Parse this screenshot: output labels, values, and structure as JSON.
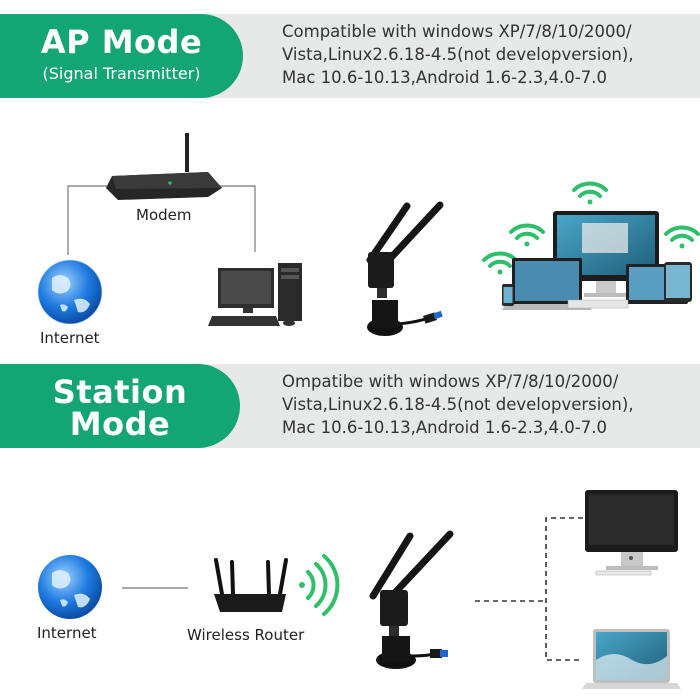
{
  "ap": {
    "title": "AP Mode",
    "subtitle": "(Signal Transmitter)",
    "compat": "Compatible with windows XP/7/8/10/2000/\nVista,Linux2.6.18-4.5(not developversion),\nMac 10.6-10.13,Android 1.6-2.3,4.0-7.0",
    "labels": {
      "modem": "Modem",
      "internet": "Internet"
    }
  },
  "station": {
    "title": "Station Mode",
    "subtitle": "(Signal Receiver)",
    "compat": "Ompatibe with windows XP/7/8/10/2000/\nVista,Linux2.6.18-4.5(not developversion),\nMac 10.6-10.13,Android 1.6-2.3,4.0-7.0",
    "labels": {
      "internet": "Internet",
      "router": "Wireless Router"
    }
  },
  "colors": {
    "accent": "#14a574",
    "band": "#e7e8e8",
    "wifi": "#2fbf6a",
    "globe": "#1e7be0"
  },
  "icons": [
    "globe-icon",
    "modem-icon",
    "desktop-pc-icon",
    "usb-adapter-icon",
    "wifi-icon",
    "devices-icon",
    "router-icon",
    "monitor-icon",
    "laptop-icon"
  ]
}
